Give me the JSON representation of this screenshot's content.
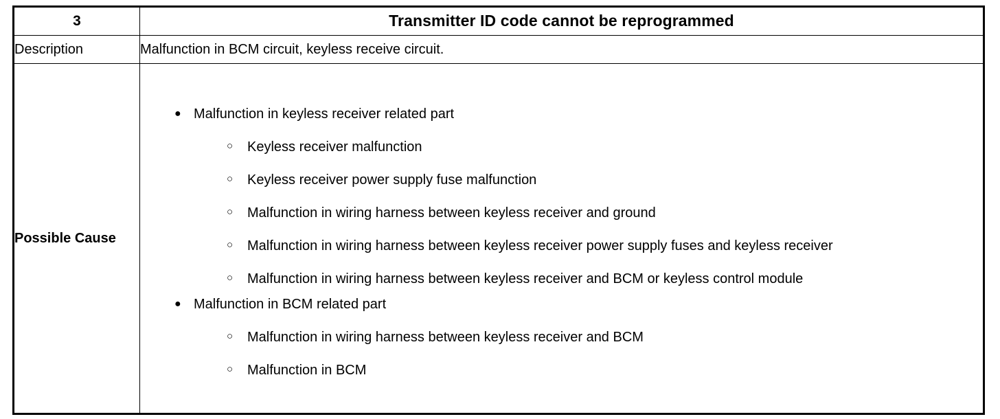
{
  "table": {
    "header": {
      "code_number": "3",
      "title": "Transmitter ID code cannot be reprogrammed"
    },
    "rows": [
      {
        "label": "Description",
        "text": "Malfunction in BCM circuit, keyless receive circuit."
      },
      {
        "label": "Possible Cause"
      }
    ],
    "possible_cause": {
      "groups": [
        {
          "bullet": "filled-bullet-icon",
          "marker": "●",
          "text": "Malfunction in keyless receiver related part",
          "items": [
            {
              "bullet": "hollow-circle-icon",
              "marker": "○",
              "text": "Keyless receiver malfunction"
            },
            {
              "bullet": "hollow-circle-icon",
              "marker": "○",
              "text": "Keyless receiver power supply fuse malfunction"
            },
            {
              "bullet": "hollow-circle-icon",
              "marker": "○",
              "text": "Malfunction in wiring harness between keyless receiver and ground"
            },
            {
              "bullet": "hollow-circle-icon",
              "marker": "○",
              "text": "Malfunction in wiring harness between keyless receiver power supply fuses and keyless receiver"
            },
            {
              "bullet": "hollow-circle-icon",
              "marker": "○",
              "text": "Malfunction in wiring harness between keyless receiver and BCM or keyless control module"
            }
          ]
        },
        {
          "bullet": "filled-bullet-icon",
          "marker": "●",
          "text": "Malfunction in BCM related part",
          "items": [
            {
              "bullet": "hollow-circle-icon",
              "marker": "○",
              "text": "Malfunction in wiring harness between keyless receiver and BCM"
            },
            {
              "bullet": "hollow-circle-icon",
              "marker": "○",
              "text": "Malfunction in BCM"
            }
          ]
        }
      ]
    },
    "colors": {
      "border": "#000000",
      "text": "#000000",
      "background": "#ffffff"
    }
  }
}
